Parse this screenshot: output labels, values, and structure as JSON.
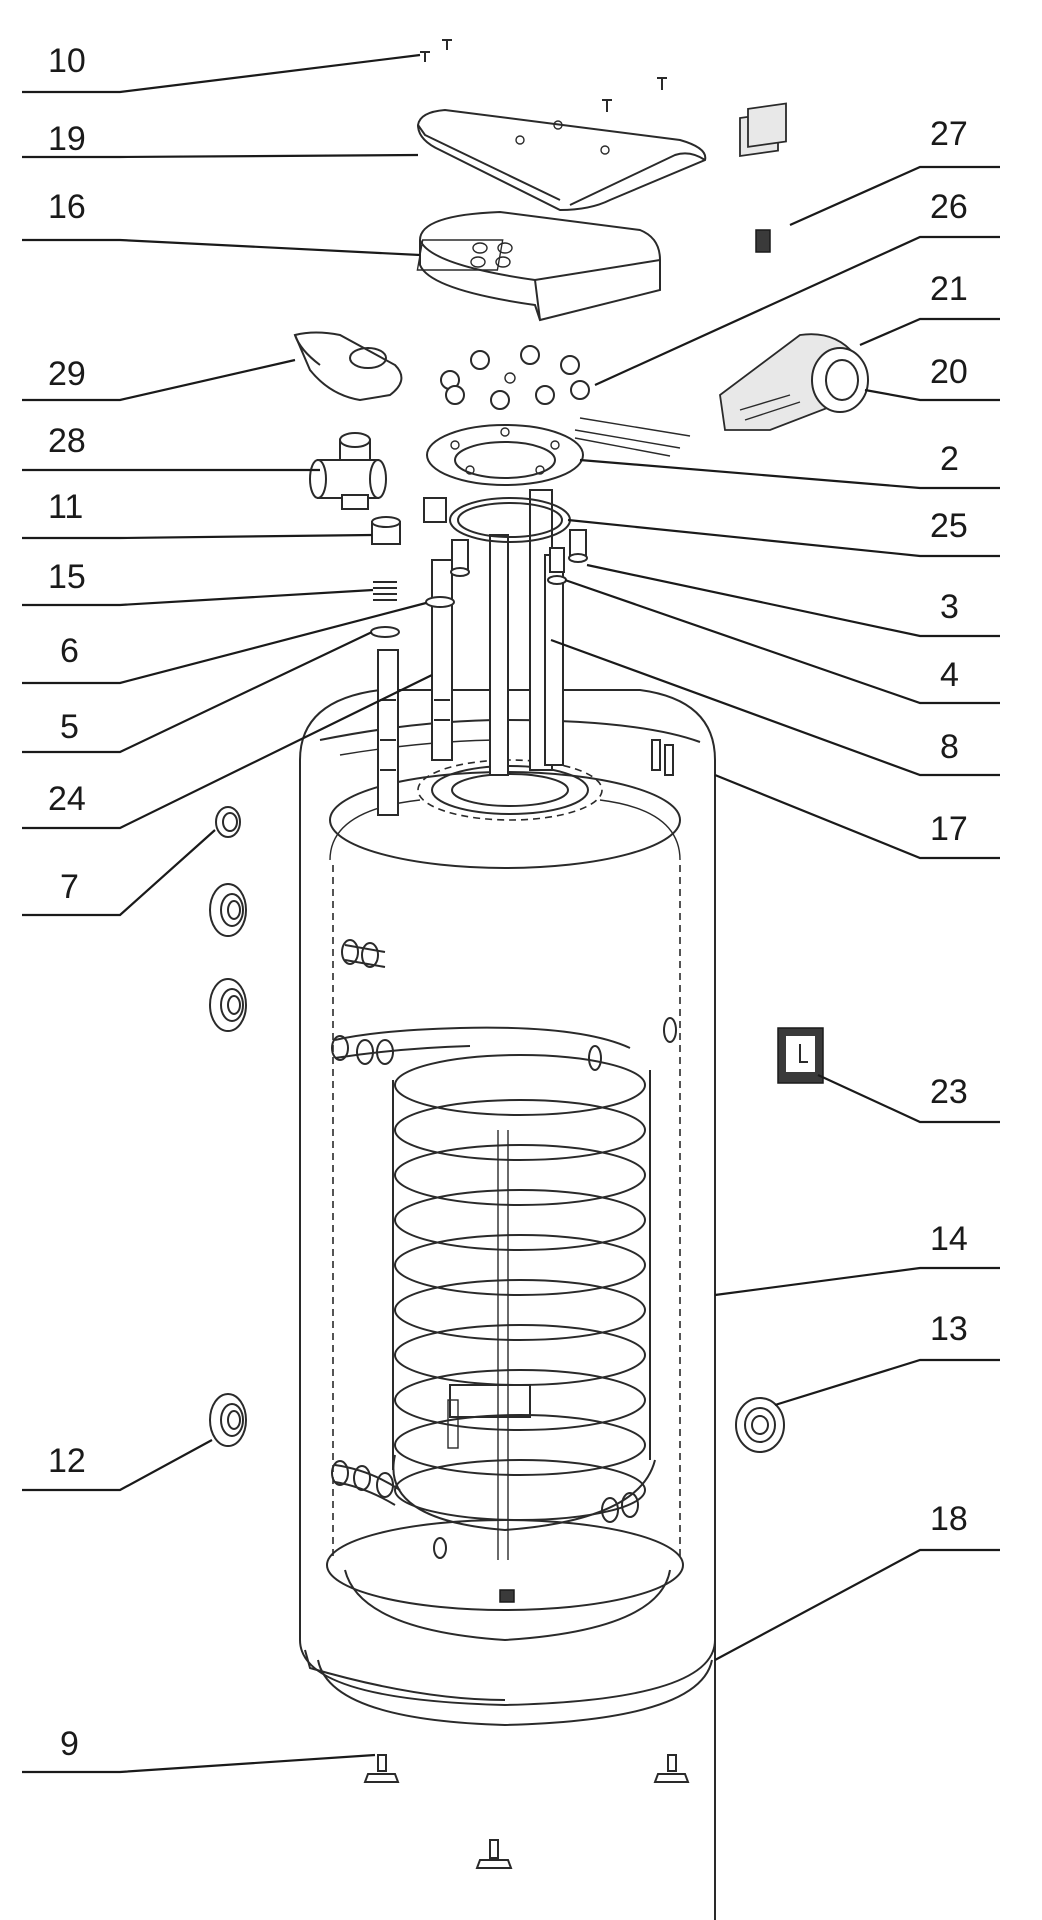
{
  "labels": {
    "l10": "10",
    "l19": "19",
    "l16": "16",
    "l29": "29",
    "l28": "28",
    "l11": "11",
    "l15": "15",
    "l6": "6",
    "l5": "5",
    "l24": "24",
    "l7": "7",
    "l12": "12",
    "l9": "9",
    "l27": "27",
    "l26": "26",
    "l21": "21",
    "l20": "20",
    "l2": "2",
    "l25": "25",
    "l3": "3",
    "l4": "4",
    "l8": "8",
    "l17": "17",
    "l23": "23",
    "l14": "14",
    "l13": "13",
    "l18": "18"
  }
}
